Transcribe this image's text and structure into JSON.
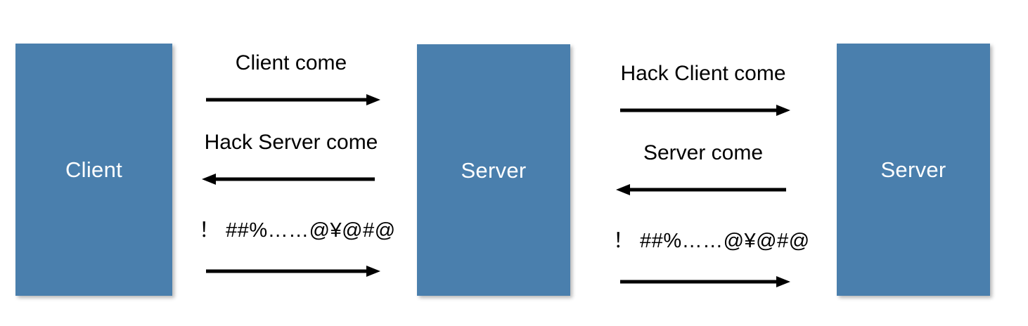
{
  "diagram": {
    "type": "sequence-diagram",
    "title": "",
    "colors": {
      "node_fill": "#4a7fad",
      "node_text": "#ffffff",
      "arrow": "#000000",
      "label_text": "#000000",
      "background": "#ffffff"
    },
    "nodes": [
      {
        "id": "client",
        "label": "Client"
      },
      {
        "id": "server-1",
        "label": "Server"
      },
      {
        "id": "server-2",
        "label": "Server"
      }
    ],
    "groups": [
      {
        "id": "left",
        "from": "Client",
        "to": "Server",
        "messages": [
          {
            "label": "Client come",
            "direction": "right",
            "garbled": false
          },
          {
            "label": "Hack Server come",
            "direction": "left",
            "garbled": false
          },
          {
            "label": "！  ##%……@¥@#@",
            "direction": "right",
            "garbled": true
          }
        ]
      },
      {
        "id": "right",
        "from": "Server",
        "to": "Server",
        "messages": [
          {
            "label": "Hack Client come",
            "direction": "right",
            "garbled": false
          },
          {
            "label": "Server come",
            "direction": "left",
            "garbled": false
          },
          {
            "label": "！  ##%……@¥@#@",
            "direction": "right",
            "garbled": true
          }
        ]
      }
    ]
  }
}
